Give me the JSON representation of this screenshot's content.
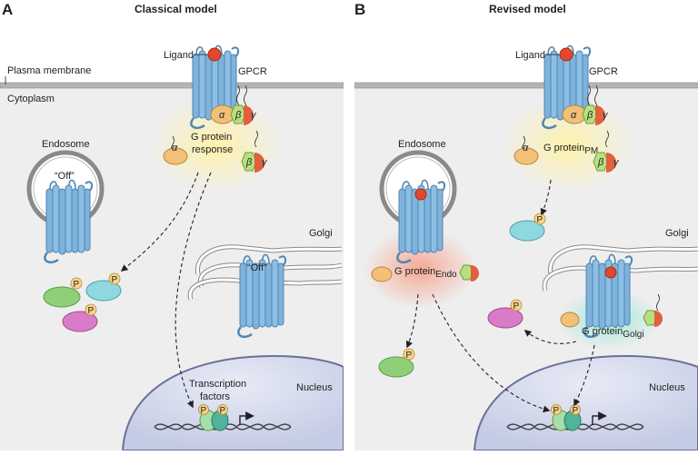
{
  "panels": [
    {
      "letter": "A",
      "title": "Classical model",
      "labels": {
        "ligand": "Ligand",
        "gpcr": "GPCR",
        "plasma_membrane": "Plasma membrane",
        "cytoplasm": "Cytoplasm",
        "endosome": "Endosome",
        "endosome_state": "“Off”",
        "g_protein_response": [
          "G protein",
          "response"
        ],
        "golgi": "Golgi",
        "golgi_state": "“Off”",
        "transcription_factors": [
          "Transcription",
          "factors"
        ],
        "nucleus": "Nucleus"
      }
    },
    {
      "letter": "B",
      "title": "Revised model",
      "labels": {
        "ligand": "Ligand",
        "gpcr": "GPCR",
        "endosome": "Endosome",
        "g_protein_pm": "G protein",
        "g_protein_pm_sub": "PM",
        "g_protein_endo": "G protein",
        "g_protein_endo_sub": "Endo",
        "golgi": "Golgi",
        "g_protein_golgi": "G protein",
        "g_protein_golgi_sub": "Golgi",
        "nucleus": "Nucleus"
      }
    }
  ],
  "symbols": {
    "alpha": "α",
    "beta": "β",
    "gamma": "γ",
    "phospho": "P"
  },
  "colors": {
    "membrane": "#a9a9a9",
    "cytoplasm": "#eeeeee",
    "receptor": "#7fb3db",
    "receptor_dark": "#4e86b3",
    "ligand": "#e2472f",
    "g_alpha": "#f2c079",
    "g_beta": "#b8e07f",
    "g_gamma": "#e0603f",
    "effector_green": "#8fcf78",
    "effector_cyan": "#8fd8df",
    "effector_pink": "#d97bc7",
    "phospho": "#f7d58b",
    "nucleus": "#cdd3ea",
    "glow_yellow": "#fff2a6",
    "glow_red": "#f6a58f",
    "glow_teal": "#9fe8d8"
  }
}
